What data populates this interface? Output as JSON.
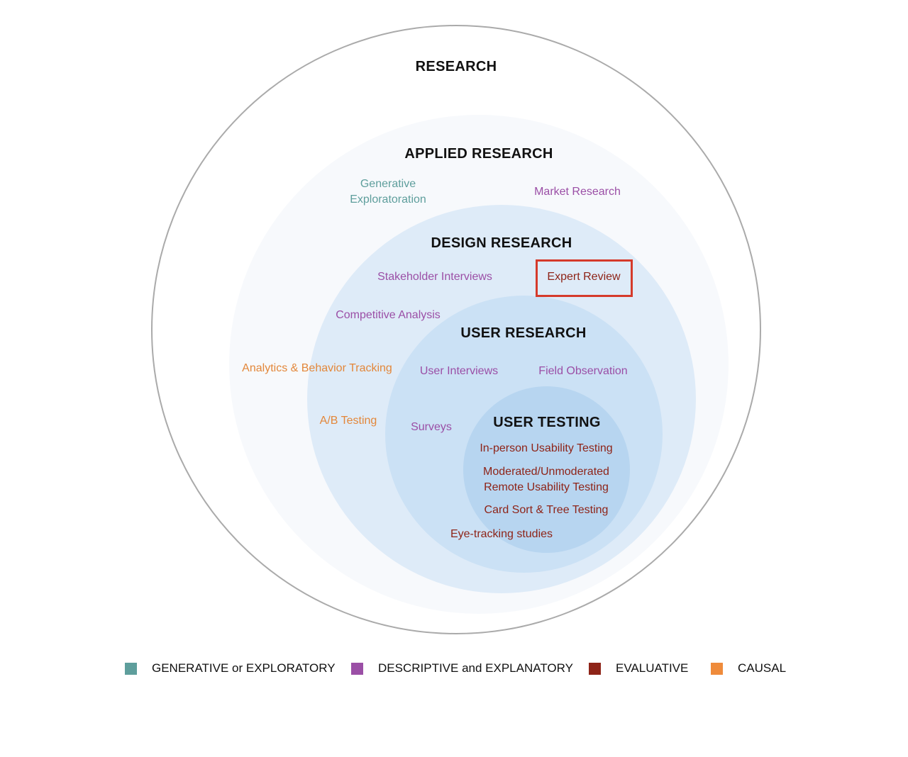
{
  "titles": {
    "research": "RESEARCH",
    "applied": "APPLIED RESEARCH",
    "design": "DESIGN RESEARCH",
    "user_research": "USER RESEARCH",
    "user_testing": "USER TESTING"
  },
  "items": {
    "generative_exploratoration_1": "Generative",
    "generative_exploratoration_2": "Exploratoration",
    "market_research": "Market Research",
    "stakeholder_interviews": "Stakeholder Interviews",
    "expert_review": "Expert Review",
    "competitive_analysis": "Competitive Analysis",
    "analytics_behavior_tracking": "Analytics & Behavior Tracking",
    "user_interviews": "User Interviews",
    "field_observation": "Field Observation",
    "ab_testing": "A/B Testing",
    "surveys": "Surveys",
    "in_person_usability": "In-person Usability Testing",
    "moderated_unmoderated_1": "Moderated/Unmoderated",
    "moderated_unmoderated_2": "Remote Usability Testing",
    "card_sort_tree": "Card Sort & Tree Testing",
    "eye_tracking": "Eye-tracking studies"
  },
  "legend": [
    {
      "label": "GENERATIVE or EXPLORATORY",
      "color": "#5e9e9c"
    },
    {
      "label": "DESCRIPTIVE and EXPLANATORY",
      "color": "#9b4fa6"
    },
    {
      "label": "EVALUATIVE",
      "color": "#8e2418"
    },
    {
      "label": "CAUSAL",
      "color": "#ef8b3b"
    }
  ],
  "colors": {
    "generative": "#5e9e9c",
    "descriptive": "#9b4fa6",
    "evaluative": "#8e2418",
    "causal": "#e3873a",
    "highlight": "#d53a2b"
  }
}
